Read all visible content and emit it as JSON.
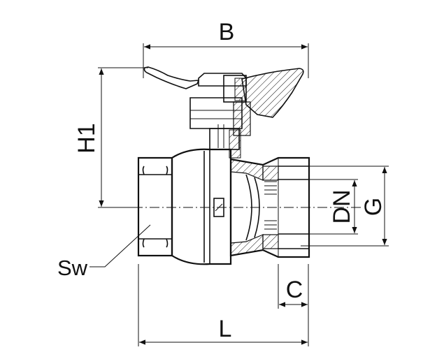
{
  "diagram": {
    "labels": {
      "B": "B",
      "H1": "H1",
      "DN": "DN",
      "G": "G",
      "Sw": "Sw",
      "C": "C",
      "L": "L"
    }
  }
}
